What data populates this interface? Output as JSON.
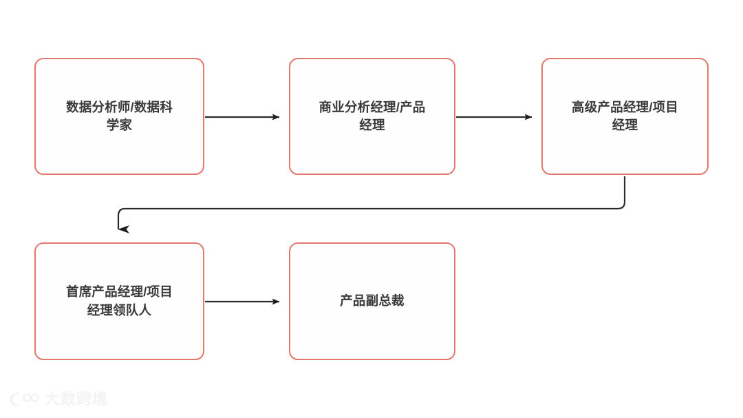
{
  "diagram": {
    "type": "flowchart",
    "title": "",
    "background_color": "#ffffff",
    "node_border_color": "#e3776c",
    "node_fill_color": "#fefefe",
    "node_text_color": "#3a3a3a",
    "edge_color": "#2b2b2b",
    "nodes": [
      {
        "id": "analyst",
        "label": "数据分析师/数据科\n学家"
      },
      {
        "id": "ba-pm",
        "label": "商业分析经理/产品\n经理"
      },
      {
        "id": "senior-pm",
        "label": "高级产品经理/项目\n经理"
      },
      {
        "id": "principal",
        "label": "首席产品经理/项目\n经理领队人"
      },
      {
        "id": "vp",
        "label": "产品副总裁"
      }
    ],
    "edges": [
      {
        "from": "analyst",
        "to": "ba-pm",
        "style": "straight-right"
      },
      {
        "from": "ba-pm",
        "to": "senior-pm",
        "style": "straight-right"
      },
      {
        "from": "senior-pm",
        "to": "principal",
        "style": "elbow-down-left"
      },
      {
        "from": "principal",
        "to": "vp",
        "style": "straight-right"
      }
    ]
  },
  "watermark": {
    "text": "大数跨境",
    "logo_icon": "circles-logo-icon",
    "color": "#e6e6e6"
  }
}
